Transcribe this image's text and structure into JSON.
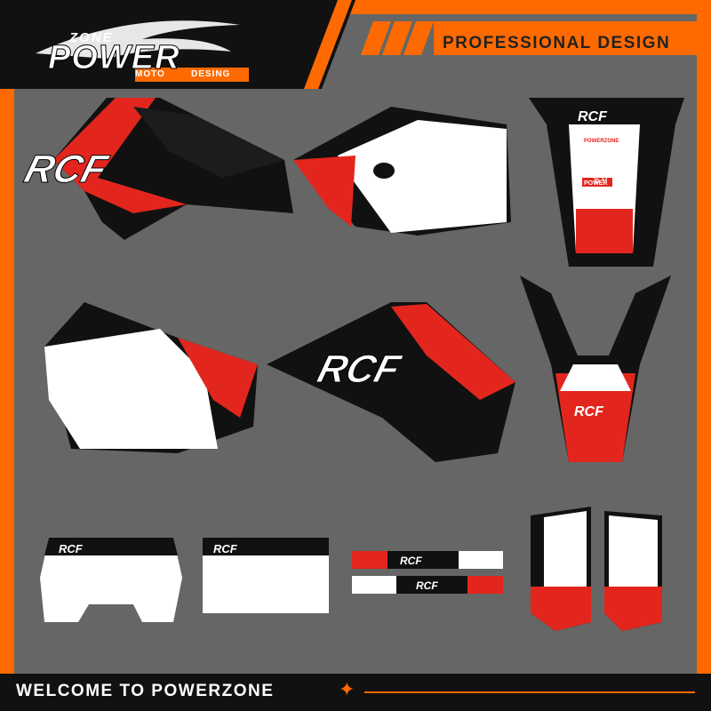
{
  "header": {
    "brand_zone": "ZONE",
    "brand_power": "POWER",
    "brand_moto": "MOTO",
    "brand_desing": "DESING",
    "tagline": "PROFESSIONAL DESIGN"
  },
  "footer": {
    "welcome": "WELCOME TO POWERZONE",
    "sparkle_icon": "✦"
  },
  "decals": {
    "model": "RCF",
    "power_racing": "POWER RACING",
    "sponsor_powerzone": "POWERZONE",
    "sponsor_power": "POWER"
  },
  "colors": {
    "frame": "#ff6a00",
    "panel": "#666666",
    "red": "#e3261d",
    "black": "#111111",
    "white": "#ffffff"
  }
}
